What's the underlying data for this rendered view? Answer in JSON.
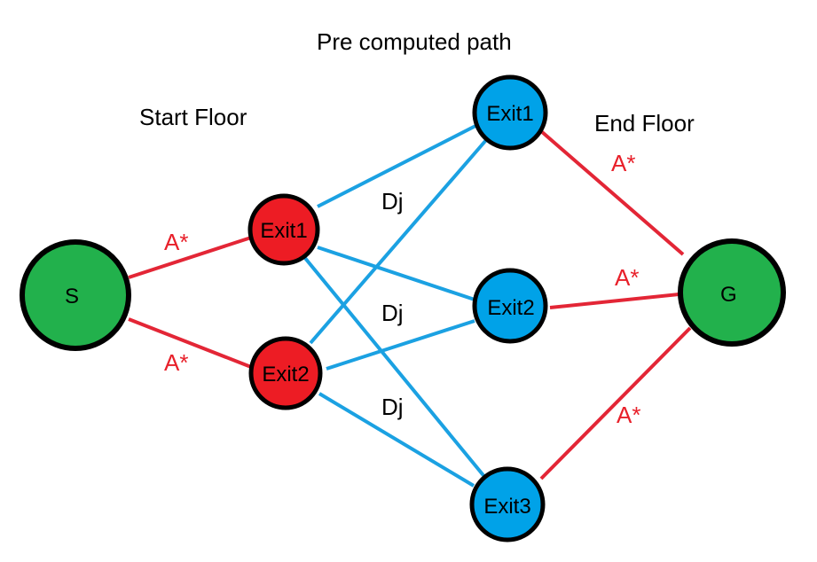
{
  "headings": {
    "start_floor": "Start Floor",
    "precomputed": "Pre computed path",
    "end_floor": "End Floor"
  },
  "colors": {
    "green": "#22b14c",
    "red": "#ed1c24",
    "blue": "#00a2e8",
    "edge_red": "#e32636",
    "edge_blue": "#1ba1e2",
    "label_red": "#e8202a"
  },
  "nodes": [
    {
      "id": "s",
      "label": "S",
      "color": "green"
    },
    {
      "id": "exit1-start",
      "label": "Exit1",
      "color": "red"
    },
    {
      "id": "exit2-start",
      "label": "Exit2",
      "color": "red"
    },
    {
      "id": "exit1-end",
      "label": "Exit1",
      "color": "blue"
    },
    {
      "id": "exit2-end",
      "label": "Exit2",
      "color": "blue"
    },
    {
      "id": "exit3-end",
      "label": "Exit3",
      "color": "blue"
    },
    {
      "id": "g",
      "label": "G",
      "color": "green"
    }
  ],
  "edge_labels": {
    "s_exit1": "A*",
    "s_exit2": "A*",
    "dj_top": "Dj",
    "dj_middle": "Dj",
    "dj_bottom": "Dj",
    "exit1_g": "A*",
    "exit2_g": "A*",
    "exit3_g": "A*"
  }
}
